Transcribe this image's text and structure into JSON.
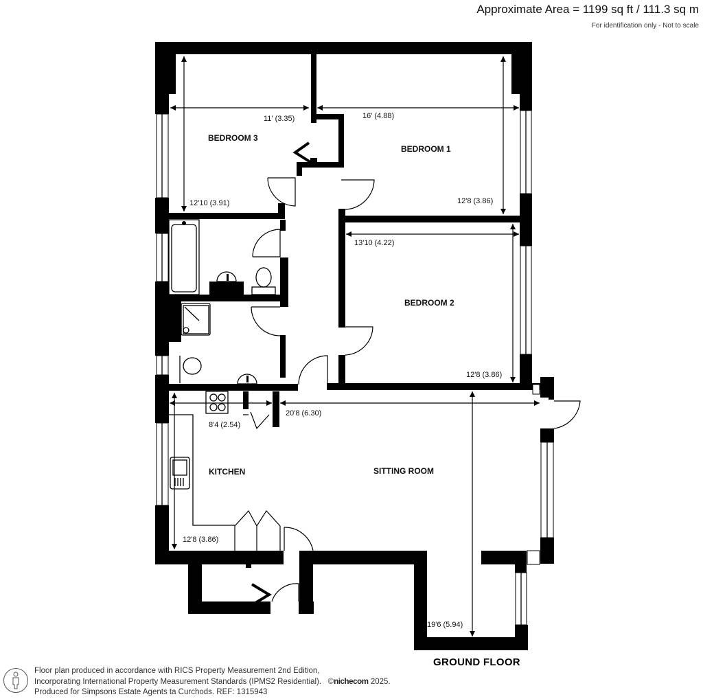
{
  "header": {
    "area_text": "Approximate Area = 1199 sq ft / 111.3 sq m",
    "disclaimer": "For identification only - Not to scale"
  },
  "plan": {
    "floor_name": "GROUND FLOOR",
    "rooms": [
      {
        "name": "BEDROOM 3",
        "width": "11' (3.35)",
        "length": "12'10 (3.91)"
      },
      {
        "name": "BEDROOM 1",
        "width": "16' (4.88)",
        "length": "12'8 (3.86)"
      },
      {
        "name": "BEDROOM 2",
        "width": "13'10 (4.22)",
        "length": "12'8 (3.86)"
      },
      {
        "name": "KITCHEN",
        "width": "8'4 (2.54)",
        "length": "12'8 (3.86)"
      },
      {
        "name": "SITTING ROOM",
        "width": "20'8 (6.30)",
        "length": "19'6 (5.94)"
      }
    ],
    "fixtures": [
      "bath",
      "basin",
      "toilet",
      "shower",
      "basin",
      "toilet",
      "hob",
      "sink",
      "cupboard"
    ]
  },
  "footer": {
    "line1": "Floor plan produced in accordance with RICS Property Measurement 2nd Edition,",
    "line2_prefix": "Incorporating International Property Measurement Standards (IPMS2 Residential).",
    "copyright_symbol": "©",
    "brand": "nichecom",
    "year": "2025.",
    "line3": "Produced for Simpsons Estate Agents ta Curchods.   REF: 1315943",
    "icon": "person-icon"
  }
}
